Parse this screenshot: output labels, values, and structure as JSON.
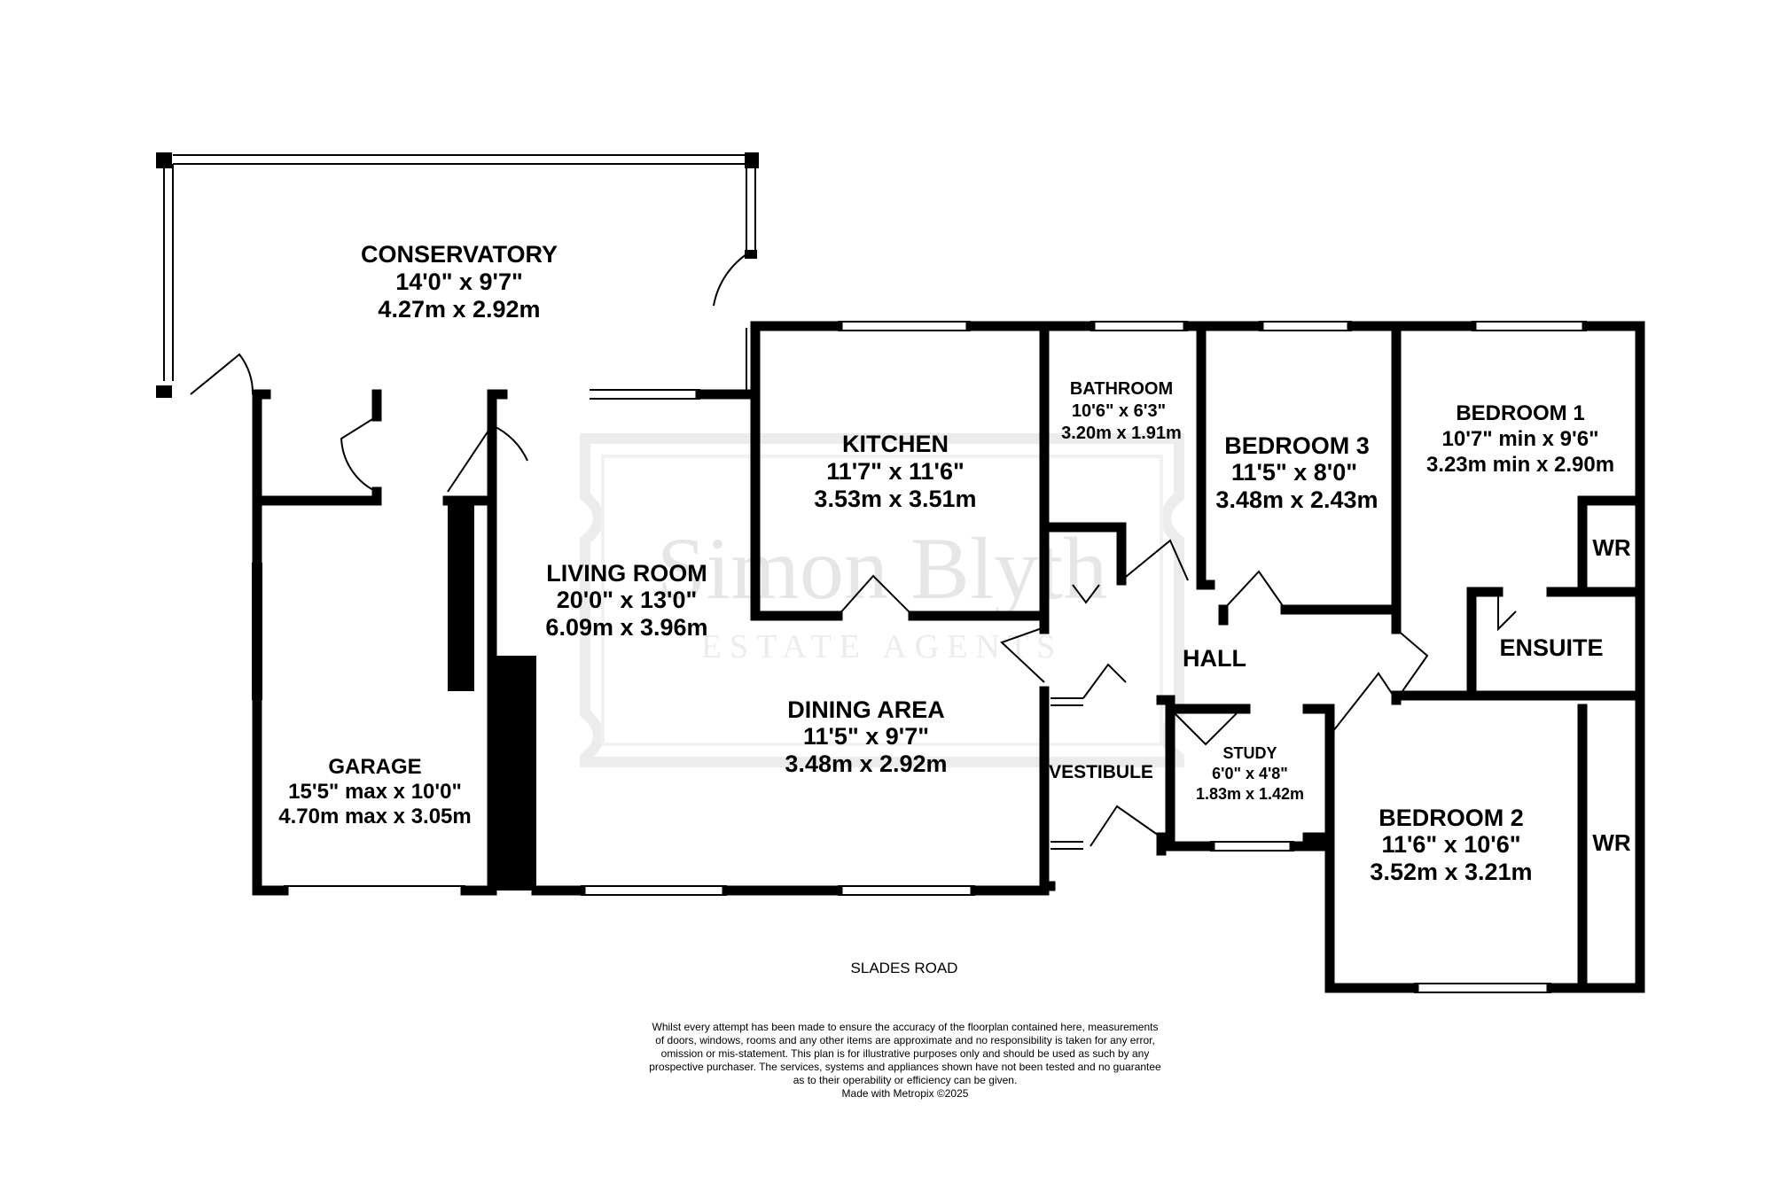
{
  "watermark": {
    "name": "Simon Blyth",
    "tagline": "ESTATE AGENTS"
  },
  "rooms": {
    "conservatory": {
      "name": "CONSERVATORY",
      "imperial": "14'0\"  x 9'7\"",
      "metric": "4.27m  x 2.92m"
    },
    "kitchen": {
      "name": "KITCHEN",
      "imperial": "11'7\"  x 11'6\"",
      "metric": "3.53m  x 3.51m"
    },
    "bathroom": {
      "name": "BATHROOM",
      "imperial": "10'6\"  x 6'3\"",
      "metric": "3.20m  x 1.91m"
    },
    "bedroom3": {
      "name": "BEDROOM 3",
      "imperial": "11'5\"  x 8'0\"",
      "metric": "3.48m  x 2.43m"
    },
    "bedroom1": {
      "name": "BEDROOM 1",
      "imperial": "10'7\" min x 9'6\"",
      "metric": "3.23m min x 2.90m"
    },
    "living_room": {
      "name": "LIVING ROOM",
      "imperial": "20'0\"  x 13'0\"",
      "metric": "6.09m  x 3.96m"
    },
    "dining_area": {
      "name": "DINING AREA",
      "imperial": "11'5\"  x 9'7\"",
      "metric": "3.48m  x 2.92m"
    },
    "garage": {
      "name": "GARAGE",
      "imperial": "15'5\" max x 10'0\"",
      "metric": "4.70m max x 3.05m"
    },
    "study": {
      "name": "STUDY",
      "imperial": "6'0\"  x 4'8\"",
      "metric": "1.83m  x 1.42m"
    },
    "bedroom2": {
      "name": "BEDROOM 2",
      "imperial": "11'6\"  x 10'6\"",
      "metric": "3.52m  x 3.21m"
    },
    "hall": {
      "name": "HALL"
    },
    "vestibule": {
      "name": "VESTIBULE"
    },
    "ensuite": {
      "name": "ENSUITE"
    },
    "wr_upper": {
      "name": "WR"
    },
    "wr_lower": {
      "name": "WR"
    }
  },
  "road_label": "SLADES ROAD",
  "disclaimer": [
    "Whilst every attempt has been made to ensure the accuracy of the floorplan contained here, measurements",
    "of doors, windows, rooms and any other items are approximate and no responsibility is taken for any error,",
    "omission or mis-statement. This plan is for illustrative purposes only and should be used as such by any",
    "prospective purchaser. The services, systems and appliances shown have not been tested and no guarantee",
    "as to their operability or efficiency can be given."
  ],
  "credit": "Made with Metropix ©2025"
}
